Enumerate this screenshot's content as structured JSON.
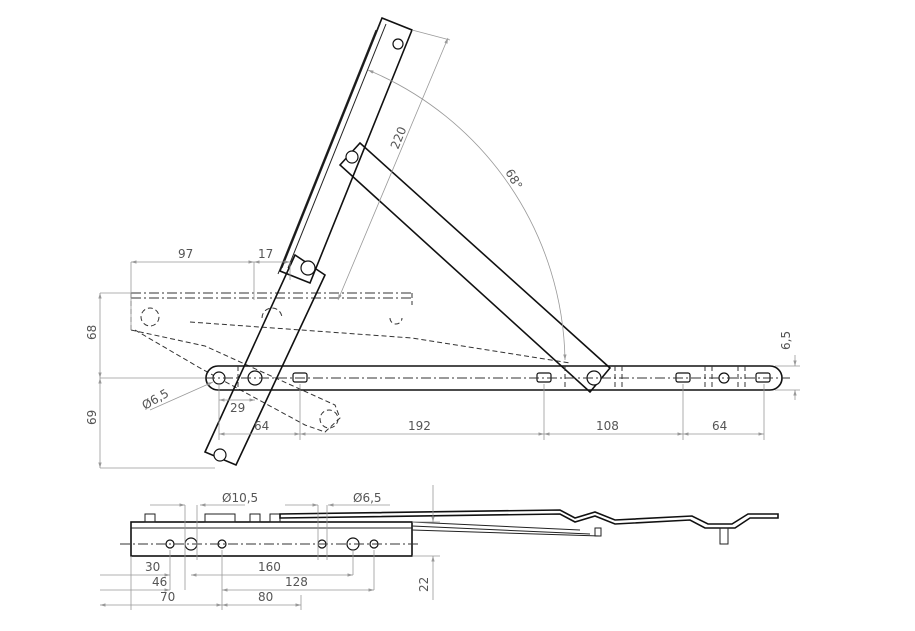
{
  "dimensions": {
    "d97": "97",
    "d17": "17",
    "d220": "220",
    "d68deg": "68°",
    "d68": "68",
    "d69": "69",
    "d6_5_side": "6,5",
    "d6_5_dia": "Ø6,5",
    "d29": "29",
    "d64_left": "64",
    "d192": "192",
    "d108": "108",
    "d64_right": "64",
    "d10_5_dia": "Ø10,5",
    "d6_5_dia_b": "Ø6,5",
    "d30": "30",
    "d160": "160",
    "d46": "46",
    "d128": "128",
    "d70": "70",
    "d80": "80",
    "d22": "22"
  }
}
